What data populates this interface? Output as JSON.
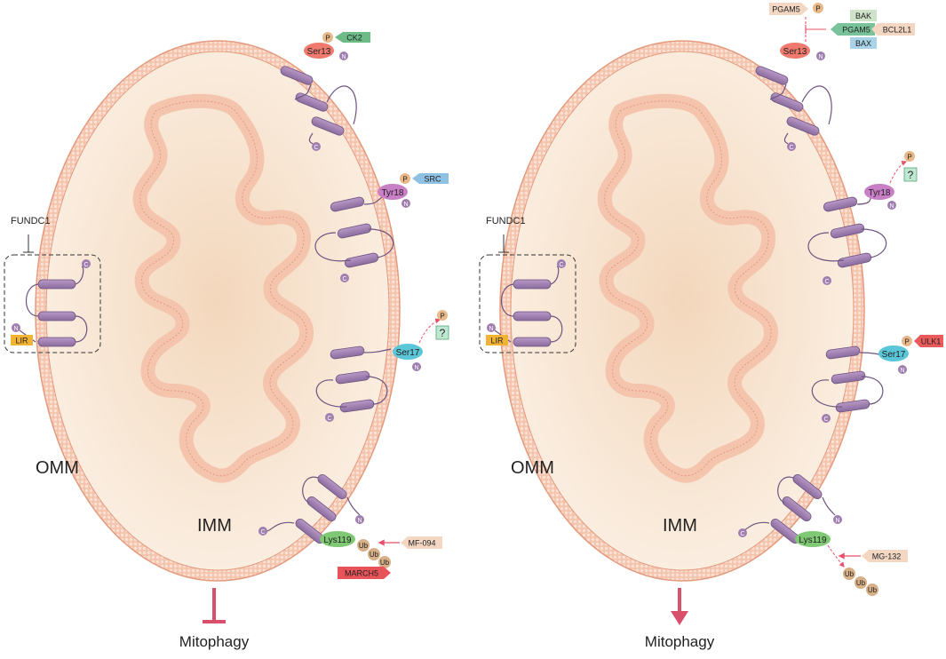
{
  "colors": {
    "membrane": "#f1b9a0",
    "membrane_dark": "#e49a7e",
    "matrix": "#f8e6d2",
    "protein": "#a07fb0",
    "protein_dark": "#6e5480",
    "ser13": "#f07a6e",
    "tyr18": "#c97fc6",
    "ser17": "#5bc6d8",
    "lys119": "#7fc874",
    "phospho": "#e8b888",
    "ub": "#d8b088",
    "ck2": "#6dbb86",
    "src": "#8fc1e3",
    "ulk1": "#ea5a5a",
    "march5": "#e8535a",
    "bak": "#cfe3c8",
    "bax": "#a9d3e8",
    "pgam5_green": "#79c39a",
    "bcl2l1": "#f3d7c2",
    "question_box": "#bfe8d2",
    "lir": "#f2b234",
    "arrow": "#e8506a",
    "inhibit": "#d9506d"
  },
  "labels": {
    "fundc1": "FUNDC1",
    "omm": "OMM",
    "imm": "IMM",
    "lir": "LIR",
    "n": "N",
    "c": "C",
    "p": "P",
    "question": "?",
    "ub": "Ub",
    "mitophagy": "Mitophagy"
  },
  "left": {
    "sites": {
      "ser13": "Ser13",
      "tyr18": "Tyr18",
      "ser17": "Ser17",
      "lys119": "Lys119"
    },
    "kinases": {
      "ck2": "CK2",
      "src": "SRC"
    },
    "mf094": "MF-094",
    "march5": "MARCH5",
    "outcome_icon": "inhibit-bar"
  },
  "right": {
    "sites": {
      "ser13": "Ser13",
      "tyr18": "Tyr18",
      "ser17": "Ser17",
      "lys119": "Lys119"
    },
    "pgam5": "PGAM5",
    "bak": "BAK",
    "pgam5_complex": "PGAM5",
    "bcl2l1": "BCL2L1",
    "bax": "BAX",
    "ulk1": "ULK1",
    "mg132": "MG-132",
    "outcome_icon": "down-arrow"
  }
}
